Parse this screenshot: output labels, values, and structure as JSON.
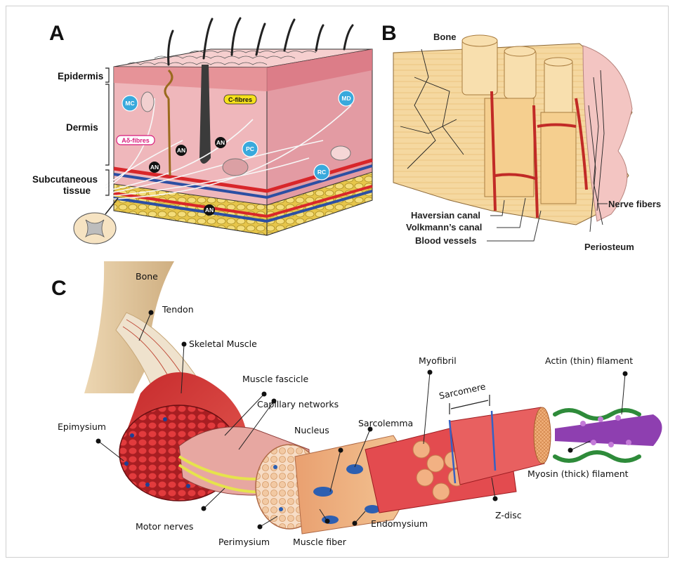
{
  "panels": {
    "a": {
      "letter": "A",
      "layers": [
        "Epidermis",
        "Dermis",
        "Subcutaneous",
        "tissue"
      ],
      "badges": {
        "mc": "MC",
        "md": "MD",
        "pc": "PC",
        "rc": "RC",
        "an": "AN",
        "c_fibres": "C-fibres",
        "ad_fibres": "Aδ-fibres"
      }
    },
    "b": {
      "letter": "B",
      "labels": {
        "bone": "Bone",
        "haversian": "Haversian canal",
        "volkmann": "Volkmann’s canal",
        "blood": "Blood vessels",
        "nerve": "Nerve fibers",
        "periosteum": "Periosteum"
      }
    },
    "c": {
      "letter": "C",
      "labels": {
        "bone": "Bone",
        "tendon": "Tendon",
        "skeletal_muscle": "Skeletal Muscle",
        "fascicle": "Muscle fascicle",
        "capillary": "Capillary networks",
        "nucleus": "Nucleus",
        "sarcolemma": "Sarcolemma",
        "myofibril": "Myofibril",
        "sarcomere": "Sarcomere",
        "actin": "Actin (thin) filament",
        "epimysium": "Epimysium",
        "myosin": "Myosin (thick) filament",
        "zdisc": "Z-disc",
        "endomysium": "Endomysium",
        "motor": "Motor nerves",
        "perimysium": "Perimysium",
        "fiber": "Muscle fiber"
      }
    }
  },
  "colors": {
    "skin": "#f2c6c6",
    "dermis": "#e9a9ad",
    "fat": "#e8c94a",
    "artery": "#d8262a",
    "vein": "#2c4fa3",
    "bone": "#f3d49a",
    "muscle": "#d9383a",
    "badge": "#39a9dc",
    "myosin": "#8e3fb0",
    "actin": "#2e8b3a"
  }
}
